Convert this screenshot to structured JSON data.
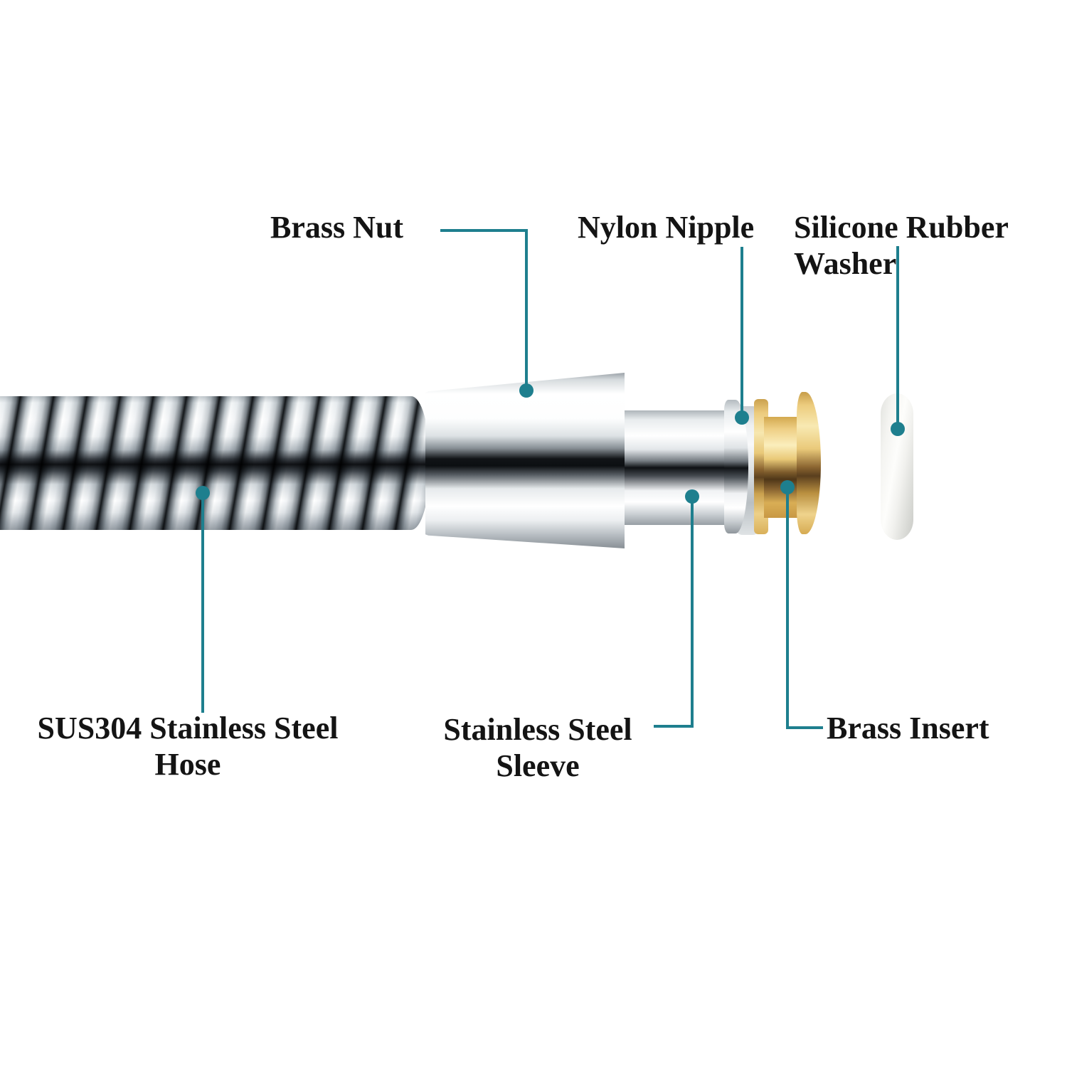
{
  "diagram": {
    "type": "labeled-product-diagram",
    "subject": "shower hose end assembly exploded view",
    "labels": {
      "brass_nut": "Brass Nut",
      "nylon_nipple": "Nylon Nipple",
      "washer_1": "Silicone Rubber",
      "washer_2": "Washer",
      "hose_1": "SUS304 Stainless Steel",
      "hose_2": "Hose",
      "sleeve_1": "Stainless Steel",
      "sleeve_2": "Sleeve",
      "brass_insert": "Brass Insert"
    },
    "colors": {
      "background": "#ffffff",
      "callout_accent": "#1e7f8e",
      "label_text": "#141414",
      "brass_gold": "#e9c977",
      "chrome_dark_band": "#101215",
      "nylon_grey": "#d4d9dc",
      "washer_white": "#f4f4f1"
    }
  }
}
